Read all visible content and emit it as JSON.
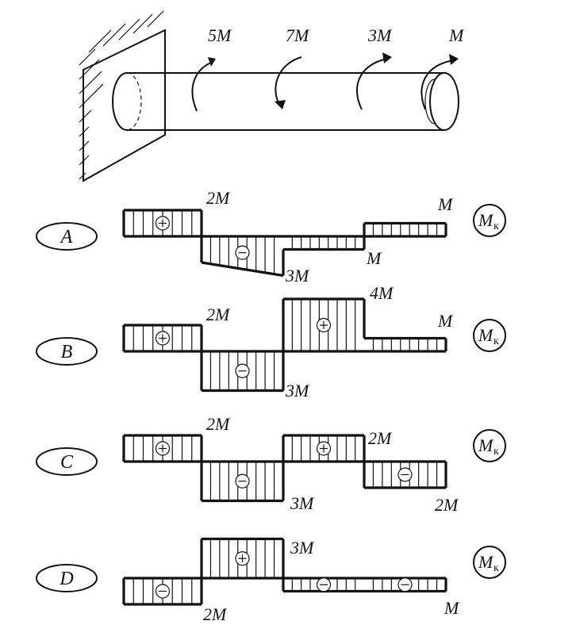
{
  "shaft": {
    "moments": [
      {
        "label": "5M",
        "direction": "up"
      },
      {
        "label": "7M",
        "direction": "down"
      },
      {
        "label": "3M",
        "direction": "up"
      },
      {
        "label": "M",
        "direction": "up"
      }
    ]
  },
  "diagram_symbol": {
    "main": "M",
    "sub": "к"
  },
  "options": [
    {
      "letter": "A",
      "segments": [
        {
          "value": 2,
          "sign": "+"
        },
        {
          "value": -2,
          "sign": "−",
          "value_end": -3
        },
        {
          "value": -1,
          "sign": ""
        },
        {
          "value": 1,
          "sign": ""
        }
      ],
      "labels": [
        "2M",
        "3M",
        "M",
        "M"
      ]
    },
    {
      "letter": "B",
      "segments": [
        {
          "value": 2,
          "sign": "+"
        },
        {
          "value": -3,
          "sign": "−"
        },
        {
          "value": 4,
          "sign": "+"
        },
        {
          "value": 1,
          "sign": ""
        }
      ],
      "labels": [
        "2M",
        "3M",
        "4M",
        "M"
      ]
    },
    {
      "letter": "C",
      "segments": [
        {
          "value": 2,
          "sign": "+"
        },
        {
          "value": -3,
          "sign": "−"
        },
        {
          "value": 2,
          "sign": "+"
        },
        {
          "value": -2,
          "sign": "−"
        }
      ],
      "labels": [
        "2M",
        "3M",
        "2M",
        "2M"
      ]
    },
    {
      "letter": "D",
      "segments": [
        {
          "value": -2,
          "sign": "−"
        },
        {
          "value": 3,
          "sign": "+"
        },
        {
          "value": -1,
          "sign": "−"
        },
        {
          "value": -1,
          "sign": "−"
        }
      ],
      "labels": [
        "2M",
        "3M",
        "M"
      ]
    }
  ]
}
